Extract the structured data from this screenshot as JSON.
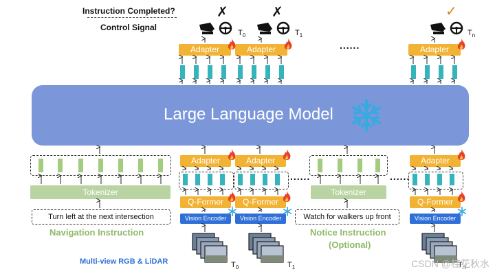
{
  "header": {
    "instruction_completed": "Instruction Completed?",
    "control_signal": "Control Signal"
  },
  "marks": {
    "fail": "✗",
    "success": "✓"
  },
  "time_labels": {
    "t0": "T",
    "t0_sub": "0",
    "t1": "T",
    "t1_sub": "1",
    "tn": "T",
    "tn_sub": "n"
  },
  "modules": {
    "adapter": "Adapter",
    "q_former": "Q-Former",
    "vision_encoder": "Vision Encoder",
    "tokenizer": "Tokenizer",
    "llm": "Large Language Model"
  },
  "instructions": {
    "navigation_text": "Turn left at the next intersection",
    "notice_text": "Watch for walkers up front"
  },
  "captions": {
    "navigation": "Navigation Instruction",
    "notice_line1": "Notice Instruction",
    "notice_line2": "(Optional)",
    "sensors": "Multi-view RGB & LiDAR"
  },
  "ellipsis": "......",
  "watermark": "CSDN @桂花秋水",
  "colors": {
    "llm": "#7b97d9",
    "adapter": "#f2b233",
    "vision_encoder": "#2f6fd8",
    "tokenizer": "#b9d3a2",
    "token_teal": "#35b4bd",
    "token_green": "#a3cc7f",
    "fire": "#e8412b",
    "snowflake": "#39a9e0",
    "check": "#e07b1a"
  },
  "icons": [
    "steering-wheel-icon",
    "pedal-icon",
    "fire-icon",
    "snowflake-icon",
    "camera-frames-icon"
  ]
}
